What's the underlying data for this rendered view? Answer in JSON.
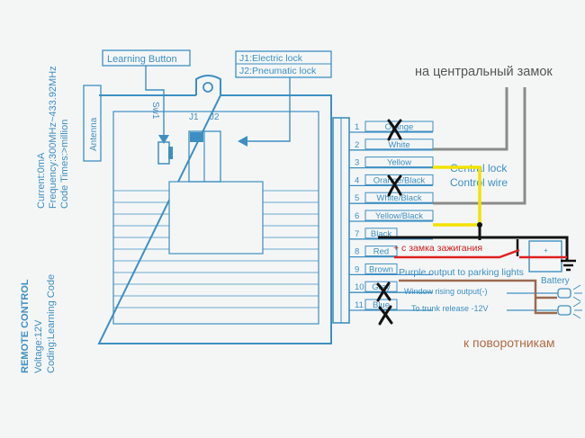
{
  "labels": {
    "learning_button": "Learning Button",
    "j1_line": "J1:Electric lock",
    "j2_line": "J2:Pneumatic lock",
    "sw1": "Sw1",
    "j1": "J1",
    "j2": "J2",
    "antenna": "Antenna",
    "specs": [
      "Current:0mA",
      "Frequency:300MHz~433.92MHz",
      "Code Times:>million"
    ],
    "remote_title": "REMOTE CONTROL",
    "remote_lines": [
      "Voltage:12V",
      "Coding:Learning Code"
    ],
    "central_lock_1": "Central lock",
    "central_lock_2": "Control wire",
    "purple_output": "Purple output to parking lights",
    "window_output": "Window rising output(-)",
    "trunk_release": "To trunk release -12V",
    "battery": "Battery"
  },
  "pins": [
    {
      "num": "1",
      "label": "Orange"
    },
    {
      "num": "2",
      "label": "White"
    },
    {
      "num": "3",
      "label": "Yellow"
    },
    {
      "num": "4",
      "label": "Orange/Black"
    },
    {
      "num": "5",
      "label": "White/Black"
    },
    {
      "num": "6",
      "label": "Yellow/Black"
    },
    {
      "num": "7",
      "label": "Black"
    },
    {
      "num": "8",
      "label": "Red"
    },
    {
      "num": "9",
      "label": "Brown"
    },
    {
      "num": "10",
      "label": "Gray"
    },
    {
      "num": "11",
      "label": "Blue"
    }
  ],
  "annotations": {
    "central_lock_ru": "на центральный замок",
    "ignition_ru": "+ с замка зажигания",
    "turn_signals_ru": "к поворотникам"
  },
  "colors": {
    "diagram_blue": "#3d8fc2",
    "wire_yellow": "#f3e200",
    "wire_black": "#111111",
    "wire_red": "#e02020",
    "wire_gray": "#8a8a8a",
    "wire_brown": "#9a6a50",
    "text_red": "#d01c1c",
    "text_brown": "#b06a45"
  }
}
